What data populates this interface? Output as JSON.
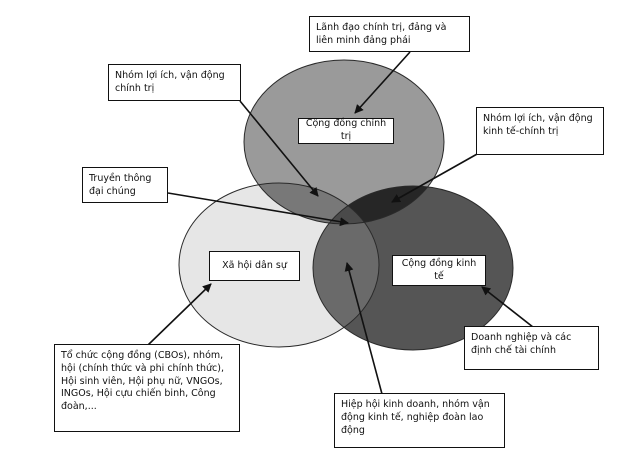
{
  "circles": {
    "political": {
      "label": "Cộng đồng chính trị",
      "fill": "#9a9a9a"
    },
    "civil": {
      "label": "Xã hội dân sự",
      "fill": "#e6e6e6"
    },
    "economic": {
      "label": "Cộng đồng kinh tế",
      "fill": "#555555"
    },
    "overlap_pol_eco": {
      "fill": "#262626"
    },
    "overlap_civ_pol": {
      "fill": "#787878"
    },
    "overlap_civ_eco": {
      "fill": "#6a6a6a"
    },
    "overlap_center": {
      "fill": "#4a4a4a"
    }
  },
  "callouts": {
    "party_leaders": "Lãnh đạo chính trị, đảng và liên minh đảng phái",
    "political_interest_groups": "Nhóm lợi ích, vận động chính trị",
    "economic_political_interest_groups": "Nhóm lợi ích, vận động kinh tế-chính trị",
    "mass_media": "Truyền thông đại chúng",
    "civil_organizations": "Tổ chức cộng đồng (CBOs), nhóm, hội (chính thức và phi chính thức), Hội sinh viên, Hội phụ nữ, VNGOs, INGOs, Hội cựu chiến binh, Công đoàn,...",
    "business_finance": "Doanh nghiệp và các định chế tài chính",
    "business_associations": "Hiệp hội kinh doanh, nhóm vận động kinh tế, nghiệp đoàn lao động"
  }
}
